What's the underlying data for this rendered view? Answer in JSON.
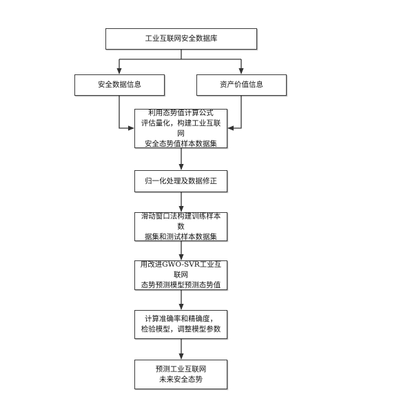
{
  "flowchart": {
    "top": {
      "label": "工业互联网安全数据库"
    },
    "left_source": {
      "label": "安全数据信息"
    },
    "right_source": {
      "label": "资产价值信息"
    },
    "steps": [
      {
        "lines": [
          "利用态势值计算公式",
          "评估量化，构建工业互联网",
          "安全态势值样本数据集"
        ]
      },
      {
        "lines": [
          "归一化处理及数据修正"
        ]
      },
      {
        "lines": [
          "滑动窗口法构建训练样本数",
          "据集和测试样本数据集"
        ]
      },
      {
        "lines": [
          "用改进GWO-SVR工业互联网",
          "态势预测模型预测态势值"
        ]
      },
      {
        "lines": [
          "计算准确率和精确度，",
          "检验模型，调整模型参数"
        ]
      },
      {
        "lines": [
          "预测工业互联网",
          "未来安全态势"
        ]
      }
    ]
  }
}
